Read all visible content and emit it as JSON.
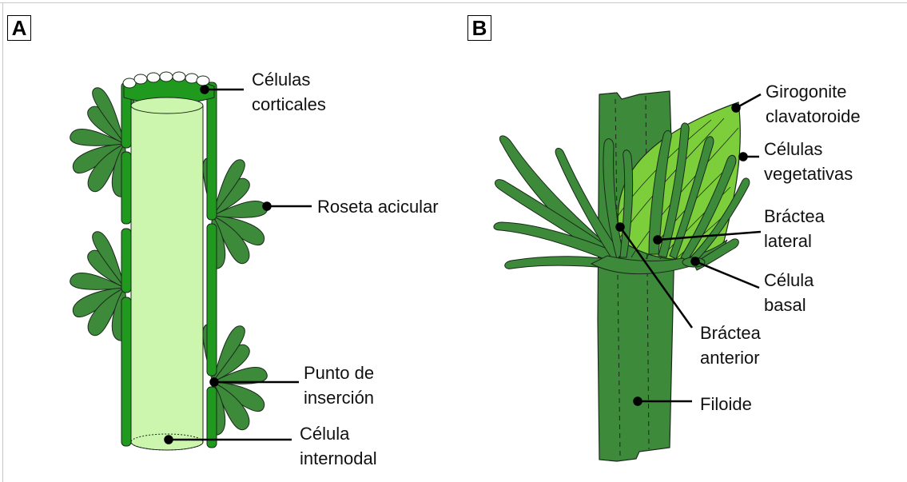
{
  "panels": {
    "a": {
      "letter": "A",
      "labels": {
        "celulas_corticales": [
          "Células",
          "corticales"
        ],
        "roseta_acicular": [
          "Roseta acicular"
        ],
        "punto_insercion": [
          "Punto de",
          "inserción"
        ],
        "celula_internodal": [
          "Célula",
          "internodal"
        ]
      }
    },
    "b": {
      "letter": "B",
      "labels": {
        "girogonite": [
          "Girogonite",
          "clavatoroide"
        ],
        "celulas_vegetativas": [
          "Células",
          "vegetativas"
        ],
        "bractea_lateral": [
          "Bráctea",
          "lateral"
        ],
        "celula_basal": [
          "Célula",
          "basal"
        ],
        "bractea_anterior": [
          "Bráctea",
          "anterior"
        ],
        "filoide": [
          "Filoide"
        ]
      }
    }
  },
  "colors": {
    "dark_green": "#3d8a3b",
    "cortical_green": "#1f9a1f",
    "internodal_fill": "#ccf5ad",
    "girogonite_fill": "#7ccf3a",
    "outline": "#1a2a1a"
  }
}
